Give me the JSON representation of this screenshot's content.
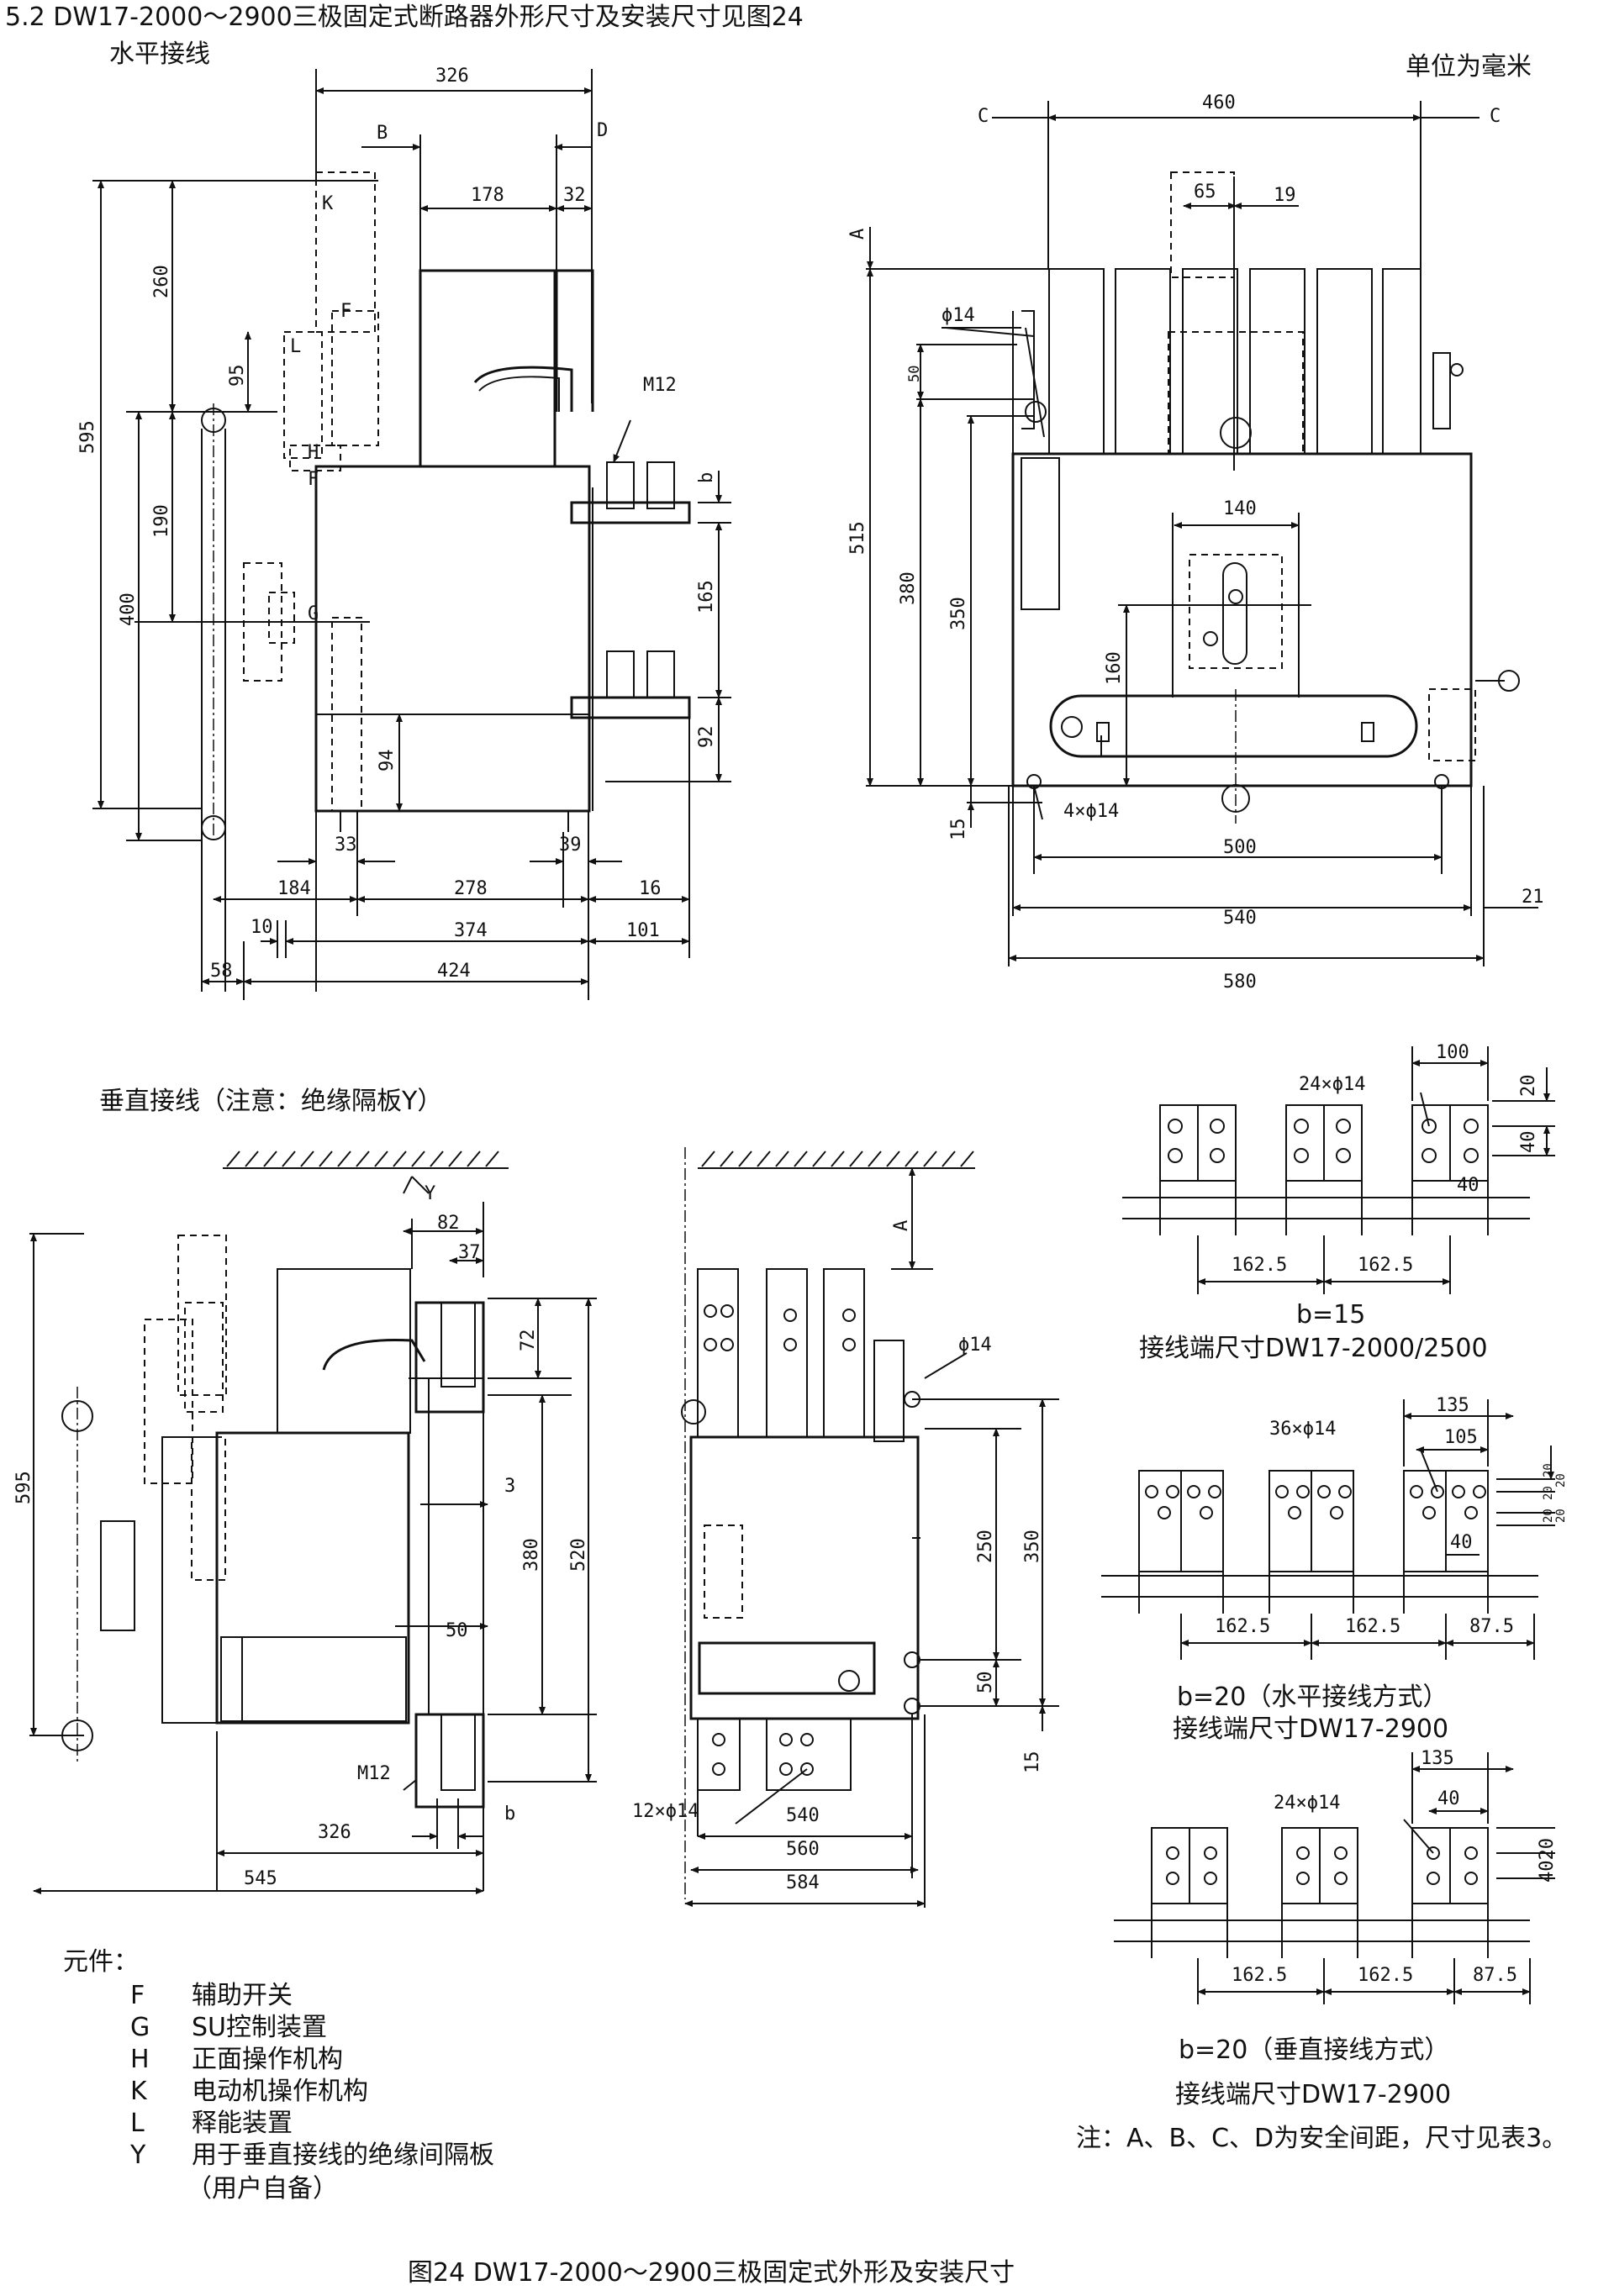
{
  "header": {
    "section_title": "5.2 DW17-2000～2900三极固定式断路器外形尺寸及安装尺寸见图24",
    "unit_note": "单位为毫米"
  },
  "view_horizontal": {
    "title": "水平接线",
    "dims": {
      "d326": "326",
      "B": "B",
      "D": "D",
      "d178": "178",
      "d32": "32",
      "K": "K",
      "F1": "F",
      "L": "L",
      "H": "H",
      "F2": "F",
      "G": "G",
      "d260": "260",
      "d95": "95",
      "d595": "595",
      "d190": "190",
      "d400": "400",
      "M12": "M12",
      "b": "b",
      "d165": "165",
      "d92": "92",
      "d94": "94",
      "d33": "33",
      "d39": "39",
      "d184": "184",
      "d278": "278",
      "d16": "16",
      "d10": "10",
      "d374": "374",
      "d101": "101",
      "d58": "58",
      "d424": "424"
    }
  },
  "view_front": {
    "dims": {
      "C1": "C",
      "C2": "C",
      "d460": "460",
      "A": "A",
      "d65": "65",
      "d19": "19",
      "phi14": "ϕ14",
      "d50": "50",
      "d515": "515",
      "d380": "380",
      "d350": "350",
      "d140": "140",
      "d160": "160",
      "holes": "4×ϕ14",
      "d15": "15",
      "d500": "500",
      "d21": "21",
      "d540": "540",
      "d580": "580"
    }
  },
  "view_vertical": {
    "title": "垂直接线（注意：绝缘隔板Y）",
    "dims": {
      "Y": "Y",
      "d82": "82",
      "d37": "37",
      "d72": "72",
      "d595": "595",
      "d3": "3",
      "d380": "380",
      "d520": "520",
      "d50": "50",
      "M12": "M12",
      "b": "b",
      "d326": "326",
      "d545": "545"
    }
  },
  "view_vertical_front": {
    "dims": {
      "A": "A",
      "phi14": "ϕ14",
      "d250": "250",
      "d350": "350",
      "d50": "50",
      "d15": "15",
      "holes": "12×ϕ14",
      "d540": "540",
      "d560": "560",
      "d584": "584"
    }
  },
  "terminals": [
    {
      "holes": "24×ϕ14",
      "d100": "100",
      "d20": "20",
      "d40a": "40",
      "d40b": "40",
      "pitch1": "162.5",
      "pitch2": "162.5",
      "b_value": "b=15",
      "caption": "接线端尺寸DW17-2000/2500"
    },
    {
      "holes": "36×ϕ14",
      "d135": "135",
      "d105": "105",
      "d20": "20",
      "small": [
        "20",
        "20",
        "20",
        "20"
      ],
      "d40": "40",
      "pitch1": "162.5",
      "pitch2": "162.5",
      "pitch3": "87.5",
      "b_value": "b=20（水平接线方式）",
      "caption": "接线端尺寸DW17-2900"
    },
    {
      "holes": "24×ϕ14",
      "d135": "135",
      "d40": "40",
      "d4020": "4020",
      "pitch1": "162.5",
      "pitch2": "162.5",
      "pitch3": "87.5",
      "b_value": "b=20（垂直接线方式）",
      "caption": "接线端尺寸DW17-2900"
    }
  ],
  "legend": {
    "title": "元件：",
    "items": [
      {
        "code": "F",
        "desc": "辅助开关"
      },
      {
        "code": "G",
        "desc": "SU控制装置"
      },
      {
        "code": "H",
        "desc": "正面操作机构"
      },
      {
        "code": "K",
        "desc": "电动机操作机构"
      },
      {
        "code": "L",
        "desc": "释能装置"
      },
      {
        "code": "Y",
        "desc": "用于垂直接线的绝缘间隔板"
      },
      {
        "code": "",
        "desc": "（用户自备）"
      }
    ]
  },
  "safety_note": "注：A、B、C、D为安全间距，尺寸见表3。",
  "figure_caption": "图24 DW17-2000～2900三极固定式外形及安装尺寸"
}
